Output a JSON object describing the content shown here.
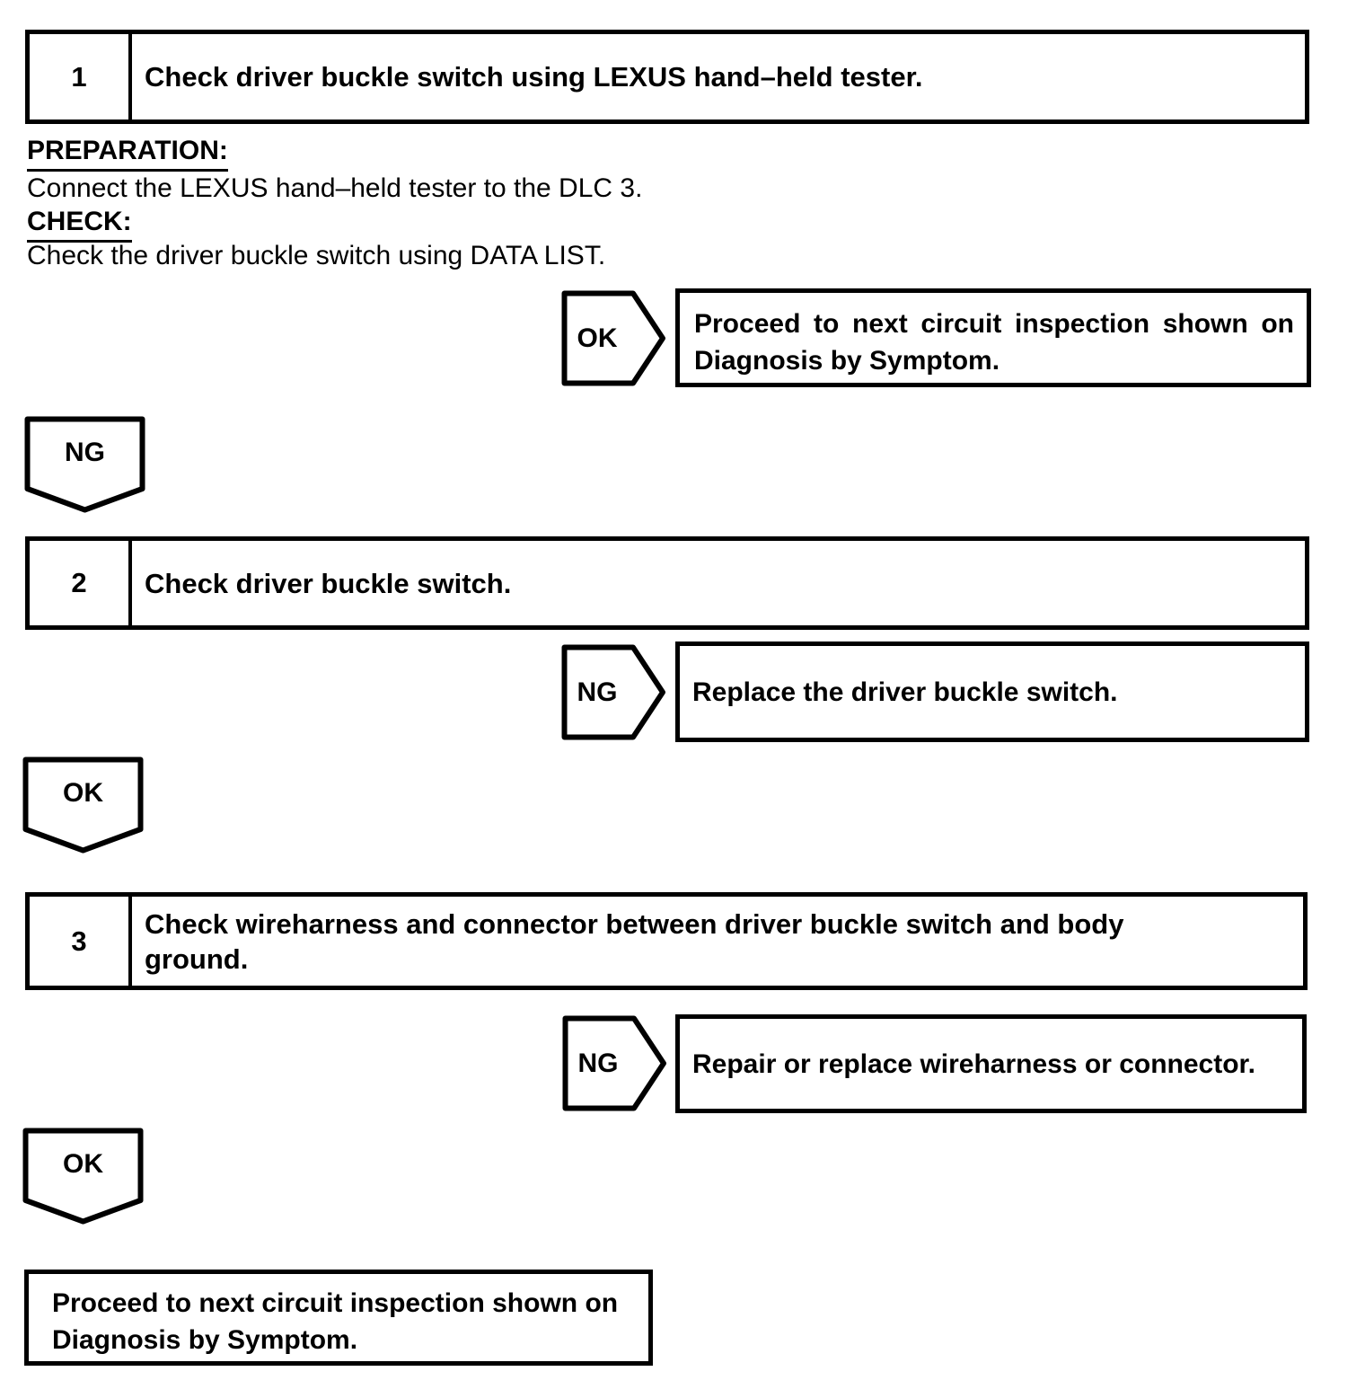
{
  "page": {
    "background": "#ffffff",
    "ink": "#000000"
  },
  "steps": [
    {
      "number": "1",
      "title": "Check driver buckle switch using LEXUS hand–held tester."
    },
    {
      "number": "2",
      "title": "Check driver buckle switch."
    },
    {
      "number": "3",
      "title": "Check wireharness and connector between driver buckle switch and body ground."
    }
  ],
  "step1_details": {
    "preparation_label": "PREPARATION:",
    "preparation_text": "Connect the LEXUS hand–held tester to the DLC 3.",
    "check_label": "CHECK:",
    "check_text": "Check the driver buckle switch using DATA LIST."
  },
  "branches": {
    "step1_ok_label": "OK",
    "step1_ok_result": "Proceed to next circuit inspection shown on Diagnosis by Symptom.",
    "step1_ng_label": "NG",
    "step2_ng_label": "NG",
    "step2_ng_result": "Replace the driver buckle switch.",
    "step2_ok_label": "OK",
    "step3_ng_label": "NG",
    "step3_ng_result": "Repair or replace wireharness or connector.",
    "step3_ok_label": "OK"
  },
  "final_box": {
    "text": "Proceed to next circuit inspection shown on Diagnosis by Symptom."
  }
}
